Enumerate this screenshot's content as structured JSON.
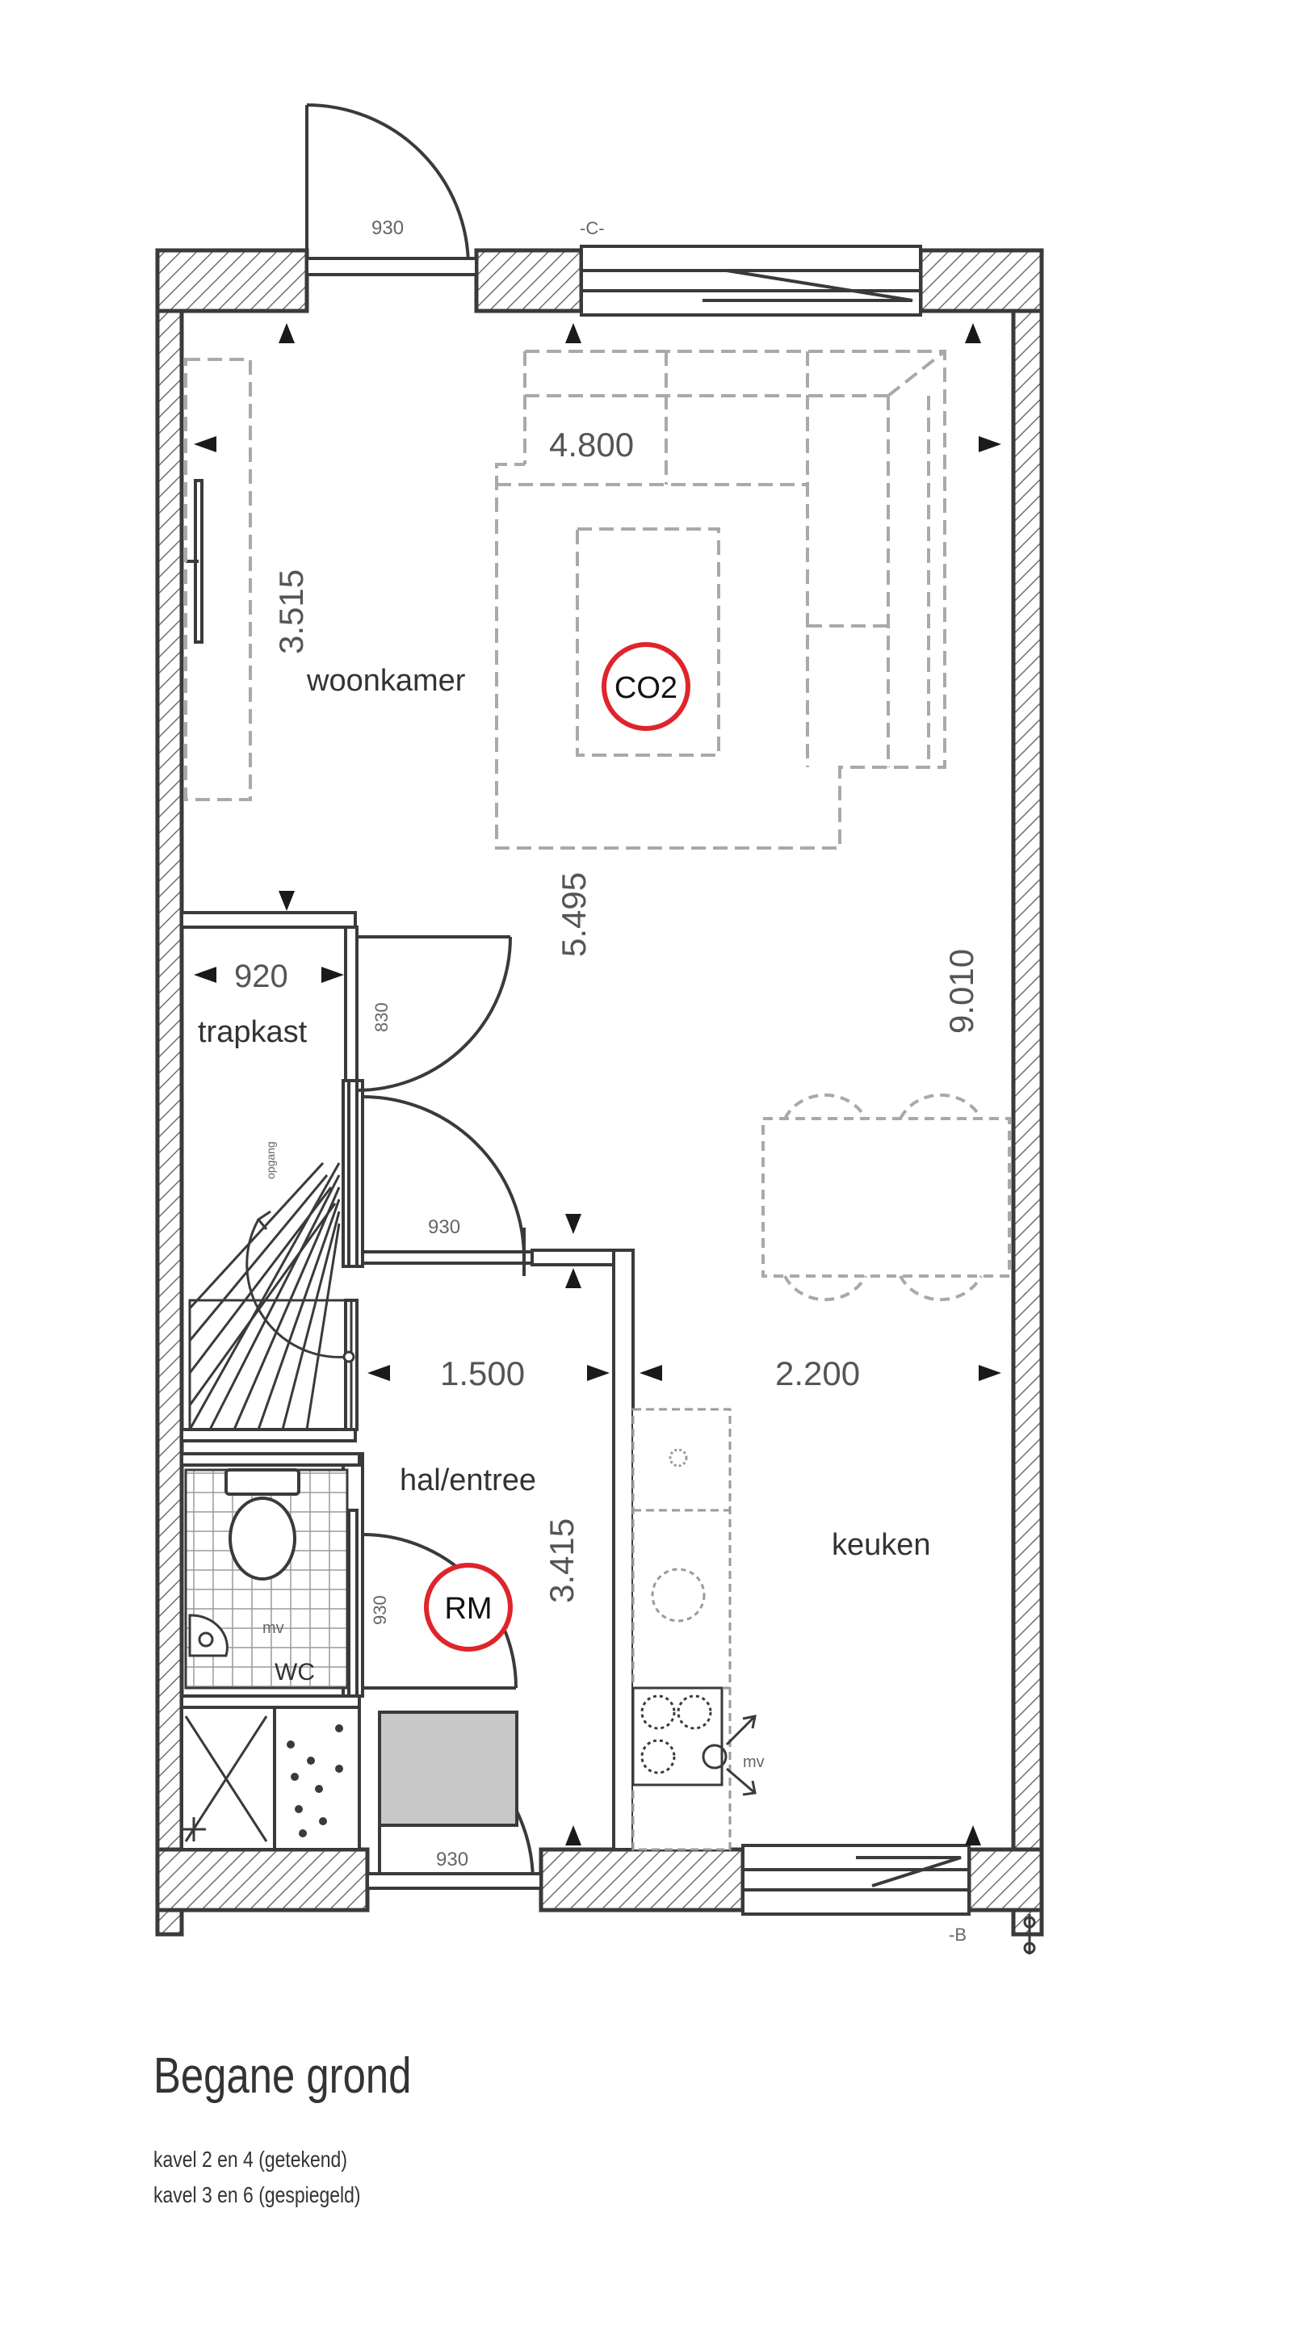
{
  "plan": {
    "title": "Begane grond",
    "subtitle_1": "kavel 2 en 4 (getekend)",
    "subtitle_2": "kavel 3 en 6 (gespiegeld)"
  },
  "rooms": {
    "woonkamer": "woonkamer",
    "trapkast": "trapkast",
    "hal_entree": "hal/entree",
    "keuken": "keuken",
    "wc": "WC"
  },
  "dimensions": {
    "living_width": "4.800",
    "living_depth": "3.515",
    "mid_depth": "5.495",
    "total_depth": "9.010",
    "trapkast_width": "920",
    "hal_width": "1.500",
    "keuken_width": "2.200",
    "hal_depth": "3.415"
  },
  "doors": {
    "front_top": "930",
    "trapkast_door": "830",
    "hal_door": "930",
    "wc_door": "930",
    "front_bottom": "930"
  },
  "markers": {
    "co2": "CO2",
    "rm": "RM",
    "mv_wc": "mv",
    "mv_keuken": "mv",
    "section_c": "-C-",
    "section_b": "-B",
    "stair_label": "opgang"
  },
  "colors": {
    "wall": "#3a3a3a",
    "furniture": "#a9a9a9",
    "marker_ring": "#e0242b",
    "tile_fill": "#d4d4d4"
  }
}
